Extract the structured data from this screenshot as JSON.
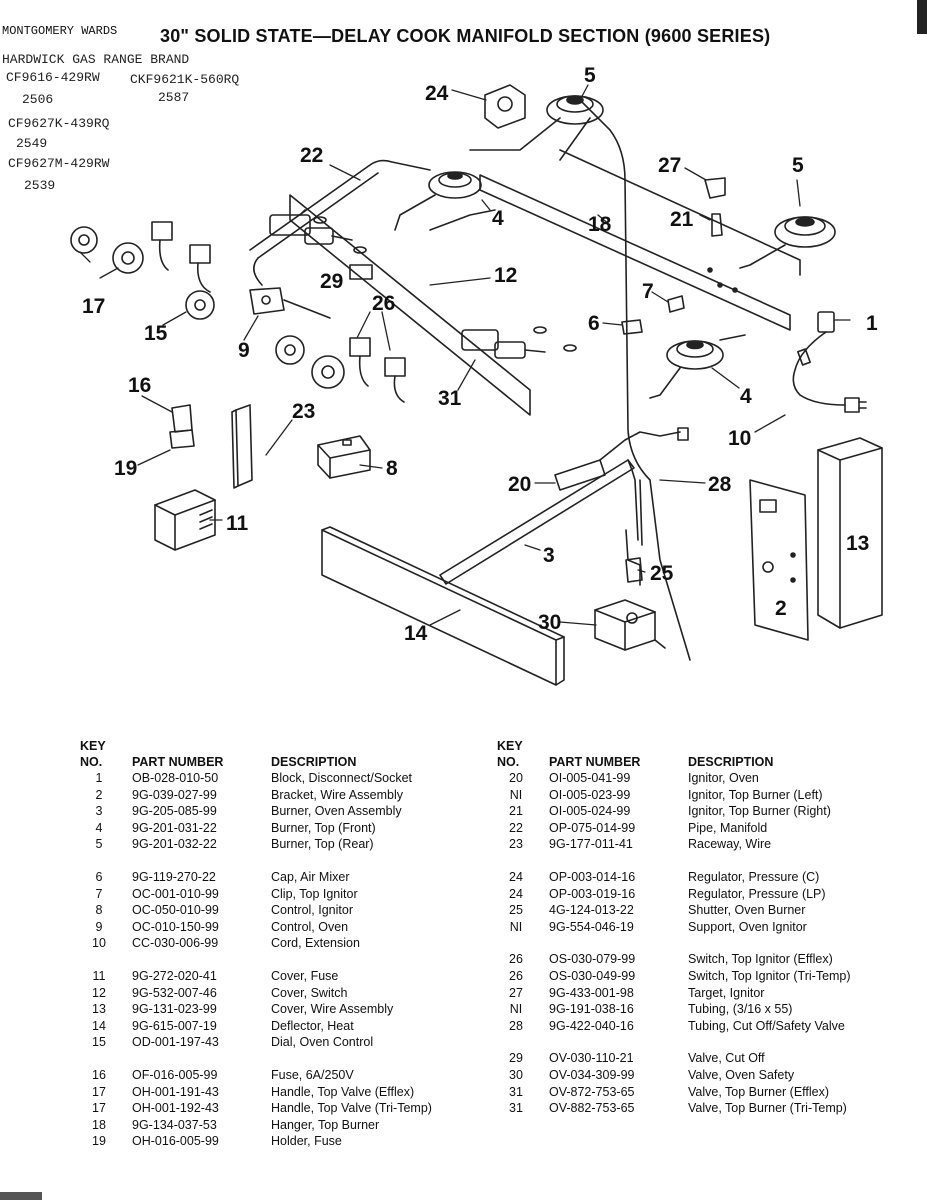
{
  "header": {
    "title": "30\" SOLID STATE—DELAY COOK MANIFOLD SECTION (9600 SERIES)",
    "brand": "MONTGOMERY WARDS"
  },
  "handwritten": [
    "HARDWICK GAS RANGE BRAND",
    "CF9616-429RW",
    "CKF9621K-560RQ",
    "2506",
    "2587",
    "CF9627K-439RQ",
    "2549",
    "CF9627M-429RW",
    "2539"
  ],
  "callouts": [
    "1",
    "2",
    "3",
    "4",
    "4",
    "5",
    "5",
    "6",
    "7",
    "8",
    "9",
    "10",
    "11",
    "12",
    "13",
    "14",
    "15",
    "16",
    "17",
    "18",
    "19",
    "20",
    "21",
    "22",
    "23",
    "24",
    "25",
    "26",
    "27",
    "28",
    "29",
    "30",
    "31"
  ],
  "table": {
    "headers": {
      "key_line1": "KEY",
      "key_line2": "NO.",
      "part_number": "PART NUMBER",
      "description": "DESCRIPTION"
    },
    "left_groups": [
      [
        {
          "key": "1",
          "part": "OB-028-010-50",
          "desc": "Block, Disconnect/Socket"
        },
        {
          "key": "2",
          "part": "9G-039-027-99",
          "desc": "Bracket, Wire Assembly"
        },
        {
          "key": "3",
          "part": "9G-205-085-99",
          "desc": "Burner, Oven Assembly"
        },
        {
          "key": "4",
          "part": "9G-201-031-22",
          "desc": "Burner, Top (Front)"
        },
        {
          "key": "5",
          "part": "9G-201-032-22",
          "desc": "Burner, Top (Rear)"
        }
      ],
      [
        {
          "key": "6",
          "part": "9G-119-270-22",
          "desc": "Cap, Air Mixer"
        },
        {
          "key": "7",
          "part": "OC-001-010-99",
          "desc": "Clip, Top Ignitor"
        },
        {
          "key": "8",
          "part": "OC-050-010-99",
          "desc": "Control, Ignitor"
        },
        {
          "key": "9",
          "part": "OC-010-150-99",
          "desc": "Control, Oven"
        },
        {
          "key": "10",
          "part": "CC-030-006-99",
          "desc": "Cord, Extension"
        }
      ],
      [
        {
          "key": "11",
          "part": "9G-272-020-41",
          "desc": "Cover, Fuse"
        },
        {
          "key": "12",
          "part": "9G-532-007-46",
          "desc": "Cover, Switch"
        },
        {
          "key": "13",
          "part": "9G-131-023-99",
          "desc": "Cover, Wire Assembly"
        },
        {
          "key": "14",
          "part": "9G-615-007-19",
          "desc": "Deflector, Heat"
        },
        {
          "key": "15",
          "part": "OD-001-197-43",
          "desc": "Dial, Oven Control"
        }
      ],
      [
        {
          "key": "16",
          "part": "OF-016-005-99",
          "desc": "Fuse, 6A/250V"
        },
        {
          "key": "17",
          "part": "OH-001-191-43",
          "desc": "Handle, Top Valve (Efflex)"
        },
        {
          "key": "17",
          "part": "OH-001-192-43",
          "desc": "Handle, Top Valve (Tri-Temp)"
        },
        {
          "key": "18",
          "part": "9G-134-037-53",
          "desc": "Hanger, Top Burner"
        },
        {
          "key": "19",
          "part": "OH-016-005-99",
          "desc": "Holder, Fuse"
        }
      ]
    ],
    "right_groups": [
      [
        {
          "key": "20",
          "part": "OI-005-041-99",
          "desc": "Ignitor, Oven"
        },
        {
          "key": "NI",
          "part": "OI-005-023-99",
          "desc": "Ignitor, Top Burner (Left)"
        },
        {
          "key": "21",
          "part": "OI-005-024-99",
          "desc": "Ignitor, Top Burner (Right)"
        },
        {
          "key": "22",
          "part": "OP-075-014-99",
          "desc": "Pipe, Manifold"
        },
        {
          "key": "23",
          "part": "9G-177-011-41",
          "desc": "Raceway, Wire"
        }
      ],
      [
        {
          "key": "24",
          "part": "OP-003-014-16",
          "desc": "Regulator, Pressure (C)"
        },
        {
          "key": "",
          "part": "",
          "desc": ""
        },
        {
          "key": "24",
          "part": "OP-003-019-16",
          "desc": "Regulator, Pressure (LP)"
        },
        {
          "key": "25",
          "part": "4G-124-013-22",
          "desc": "Shutter, Oven Burner"
        },
        {
          "key": "NI",
          "part": "9G-554-046-19",
          "desc": "Support, Oven Ignitor"
        }
      ],
      [
        {
          "key": "26",
          "part": "OS-030-079-99",
          "desc": "Switch, Top Ignitor (Efflex)"
        },
        {
          "key": "26",
          "part": "OS-030-049-99",
          "desc": "Switch, Top Ignitor (Tri-Temp)"
        },
        {
          "key": "27",
          "part": "9G-433-001-98",
          "desc": "Target, Ignitor"
        },
        {
          "key": "NI",
          "part": "9G-191-038-16",
          "desc": "Tubing, (3/16 x 55)"
        },
        {
          "key": "28",
          "part": "9G-422-040-16",
          "desc": "Tubing, Cut Off/Safety Valve"
        }
      ],
      [
        {
          "key": "29",
          "part": "OV-030-110-21",
          "desc": "Valve, Cut Off"
        },
        {
          "key": "30",
          "part": "OV-034-309-99",
          "desc": "Valve, Oven Safety"
        },
        {
          "key": "31",
          "part": "OV-872-753-65",
          "desc": "Valve, Top Burner (Efflex)"
        },
        {
          "key": "31",
          "part": "OV-882-753-65",
          "desc": "Valve, Top Burner (Tri-Temp)"
        }
      ]
    ]
  }
}
